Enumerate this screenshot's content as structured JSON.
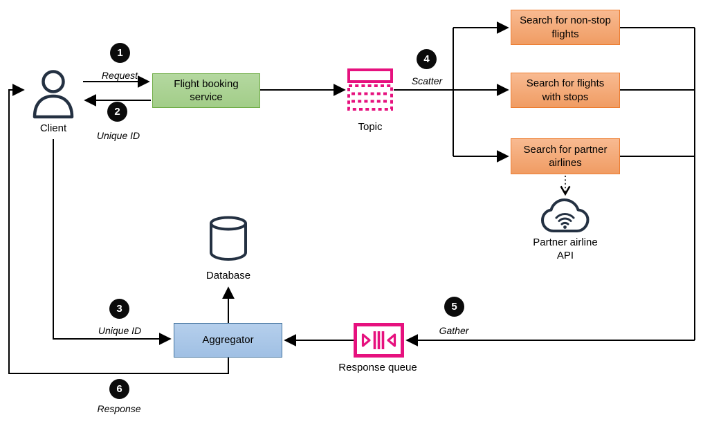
{
  "colors": {
    "green_border": "#70ad47",
    "green_fill": "#a9d18e",
    "orange_border": "#ed7d31",
    "orange_fill": "#f4a97a",
    "blue_border": "#41719c",
    "blue_fill": "#a9c6e8",
    "pink": "#e6117e",
    "icon_dark": "#243142",
    "line": "#000000",
    "badge_bg": "#0b0b0b",
    "badge_text": "#ffffff"
  },
  "nodes": {
    "client": {
      "label": "Client",
      "icon": "person-icon"
    },
    "flight_booking": {
      "label": "Flight booking service"
    },
    "topic": {
      "label": "Topic",
      "icon": "topic-icon"
    },
    "search_nonstop": {
      "label": "Search for non-stop flights"
    },
    "search_stops": {
      "label": "Search for flights with stops"
    },
    "search_partner": {
      "label": "Search for partner airlines"
    },
    "partner_api": {
      "label": "Partner airline API",
      "icon": "cloud-wifi-icon"
    },
    "database": {
      "label": "Database",
      "icon": "database-cylinder-icon"
    },
    "aggregator": {
      "label": "Aggregator"
    },
    "response_queue": {
      "label": "Response queue",
      "icon": "message-queue-icon"
    }
  },
  "steps": [
    {
      "number": "1",
      "caption": "Request"
    },
    {
      "number": "2",
      "caption": "Unique ID"
    },
    {
      "number": "3",
      "caption": "Unique ID"
    },
    {
      "number": "4",
      "caption": "Scatter"
    },
    {
      "number": "5",
      "caption": "Gather"
    },
    {
      "number": "6",
      "caption": "Response"
    }
  ]
}
